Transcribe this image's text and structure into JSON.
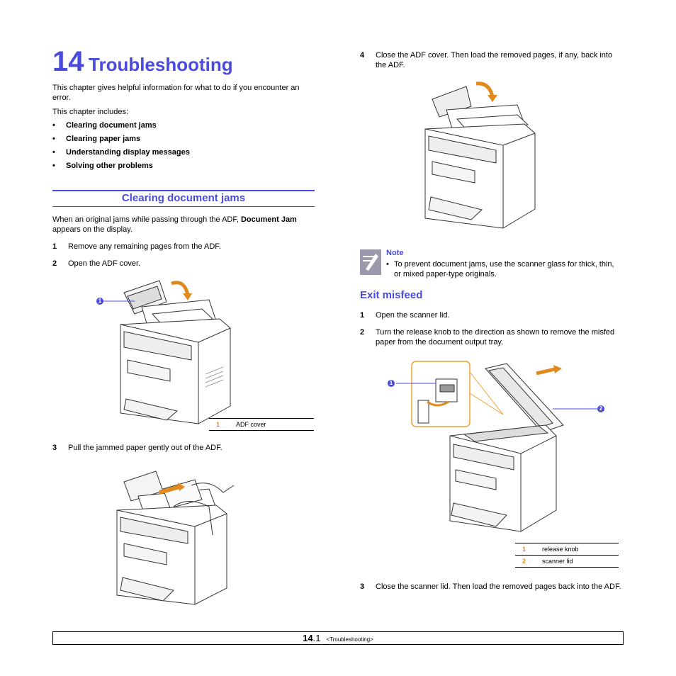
{
  "chapter": {
    "number": "14",
    "title": "Troubleshooting"
  },
  "intro": {
    "p1": "This chapter gives helpful information for what to do if you encounter an error.",
    "p2": "This chapter includes:",
    "items": [
      "Clearing document jams",
      "Clearing paper jams",
      "Understanding display messages",
      "Solving other problems"
    ]
  },
  "section": {
    "heading": "Clearing document jams",
    "intro_before": "When an original jams while passing through the ADF, ",
    "intro_bold": "Document Jam",
    "intro_after": " appears on the display.",
    "steps": [
      {
        "num": "1",
        "text": "Remove any remaining pages from the ADF."
      },
      {
        "num": "2",
        "text": "Open the ADF cover."
      },
      {
        "num": "3",
        "text": "Pull the jammed paper gently out of the ADF."
      },
      {
        "num": "4",
        "text": "Close the ADF cover. Then load the removed pages, if any, back into the ADF."
      }
    ],
    "figure1": {
      "callout": "1",
      "caption_num": "1",
      "caption_text": "ADF cover"
    }
  },
  "note": {
    "title": "Note",
    "text": "To prevent document jams, use the scanner glass for thick, thin, or mixed paper-type originals."
  },
  "misfeed": {
    "heading": "Exit misfeed",
    "steps": [
      {
        "num": "1",
        "text": "Open the scanner lid."
      },
      {
        "num": "2",
        "text": "Turn the release knob to the direction as shown to remove the misfed paper from the document output tray."
      },
      {
        "num": "3",
        "text": "Close the scanner lid. Then load the removed pages back into the ADF."
      }
    ],
    "callouts": [
      "1",
      "2"
    ],
    "captions": [
      {
        "num": "1",
        "text": "release knob"
      },
      {
        "num": "2",
        "text": "scanner lid"
      }
    ]
  },
  "footer": {
    "page_major": "14",
    "page_minor": ".1",
    "section": "<Troubleshooting>"
  },
  "colors": {
    "accent": "#4a4adf",
    "highlight": "#e08a1e"
  },
  "icons": [
    "note-icon",
    "rotate-arrow-icon",
    "pull-arrow-icon",
    "printer-illustration"
  ]
}
